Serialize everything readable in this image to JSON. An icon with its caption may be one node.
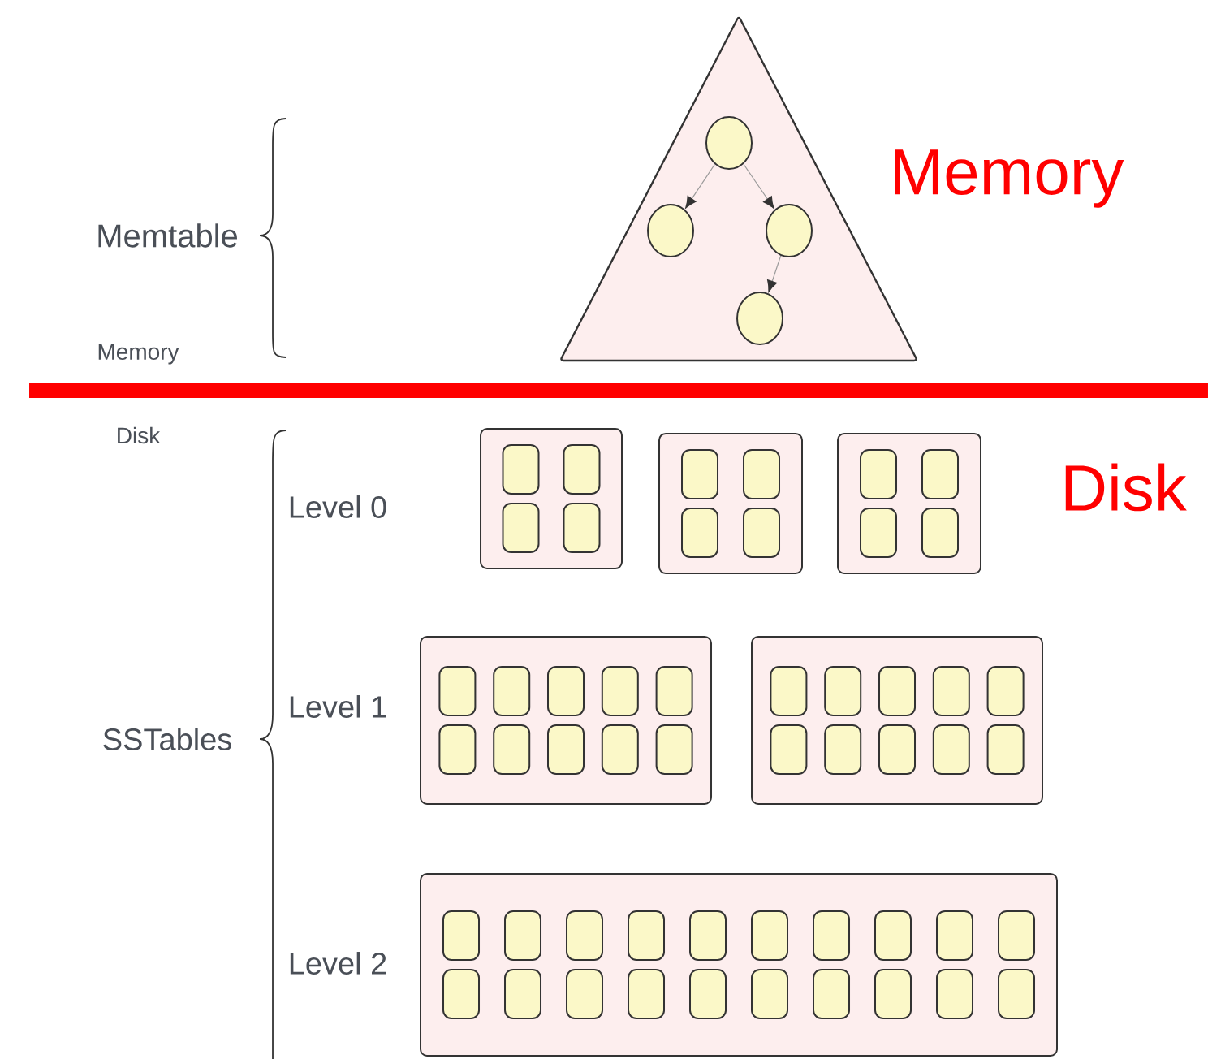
{
  "diagram": {
    "nodes": [
      {
        "text": [],
        "shape": "triangle"
      },
      {
        "text": [],
        "shape": "circle",
        "in": 0
      },
      {
        "text": [],
        "shape": "circle",
        "in": 0
      },
      {
        "text": [],
        "shape": "circle",
        "in": 0
      },
      {
        "text": [],
        "shape": "circle",
        "in": 0
      },
      {
        "text": [],
        "shape": "box"
      },
      {
        "text": [],
        "shape": "box"
      },
      {
        "text": [],
        "shape": "box"
      },
      {
        "text": [],
        "shape": "box"
      },
      {
        "text": [],
        "shape": "box"
      },
      {
        "text": [],
        "shape": "box"
      }
    ],
    "edges": [
      {
        "from": 1,
        "to": 2,
        "arrow": "to"
      },
      {
        "from": 1,
        "to": 3,
        "arrow": "to"
      },
      {
        "from": 3,
        "to": 4,
        "arrow": "to"
      }
    ],
    "labels": [
      "Memory",
      "Memtable",
      "Memory",
      "Disk",
      "Disk",
      "Level 0",
      "Level 1",
      "SSTables",
      "Level 2"
    ]
  }
}
